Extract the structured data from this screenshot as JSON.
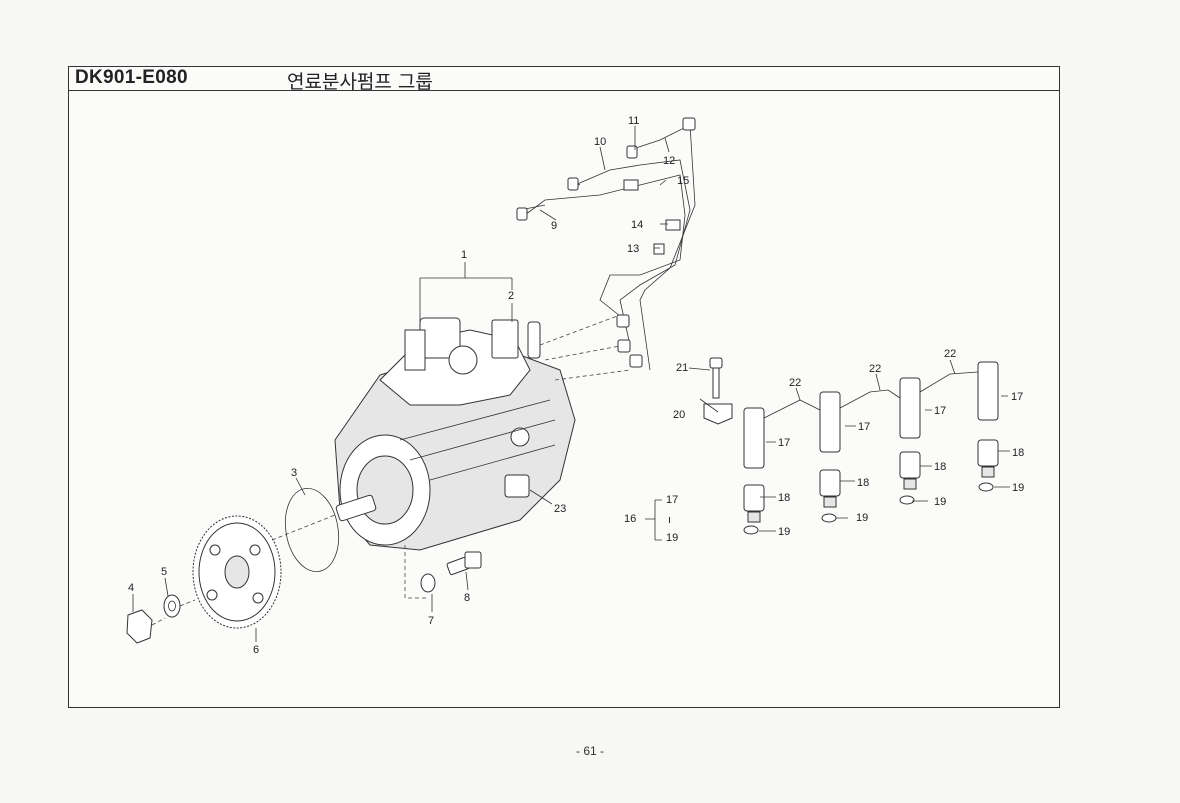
{
  "header": {
    "code": "DK901-E080",
    "title": "연료분사펌프 그룹"
  },
  "footer": {
    "page": "- 61 -"
  },
  "callouts": [
    "1",
    "2",
    "3",
    "4",
    "5",
    "6",
    "7",
    "8",
    "9",
    "10",
    "11",
    "12",
    "13",
    "14",
    "15",
    "16",
    "17",
    "17",
    "17",
    "17",
    "17",
    "18",
    "18",
    "18",
    "18",
    "19",
    "19",
    "19",
    "19",
    "19",
    "20",
    "21",
    "22",
    "22",
    "22",
    "23"
  ]
}
